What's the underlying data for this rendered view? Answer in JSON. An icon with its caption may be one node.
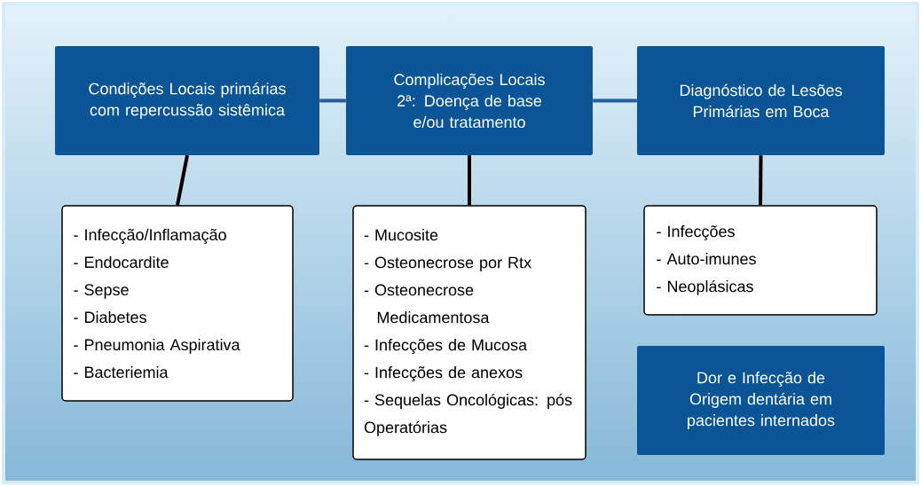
{
  "diagram": {
    "nodes": [
      {
        "text": [
          "Condições Locais primárias com repercussão sistêmica"
        ]
      },
      {
        "text": [
          "Complicações Locais 2ª: Doença de base e/ou tratamento"
        ]
      },
      {
        "text": [
          "Diagnóstico de Lesões Primárias em Boca"
        ]
      },
      {
        "text": [
          "- Infecção/Inflamação",
          "- Endocardite",
          "- Sepse",
          "- Diabetes",
          "- Pneumonia Aspirativa",
          "- Bacteriemia"
        ]
      },
      {
        "text": [
          "- Mucosite",
          "- Osteonecrose por Rtx",
          "- Osteonecrose Medicamentosa",
          "- Infecções de Mucosa",
          "- Infecções de anexos",
          "- Sequelas Oncológicas: pós Operatórias"
        ]
      },
      {
        "text": [
          "- Infecções",
          "- Auto-imunes",
          "- Neoplásicas"
        ]
      },
      {
        "text": [
          "Dor e Infecção de Origem dentária em pacientes internados"
        ]
      }
    ],
    "edges": [
      {
        "from": 0,
        "to": 1,
        "arrow": "none",
        "color": "#1f5f9b"
      },
      {
        "from": 1,
        "to": 2,
        "arrow": "none",
        "color": "#1f5f9b"
      },
      {
        "from": 0,
        "to": 3,
        "arrow": "none"
      },
      {
        "from": 1,
        "to": 4,
        "arrow": "none"
      },
      {
        "from": 2,
        "to": 5,
        "arrow": "none"
      }
    ]
  }
}
